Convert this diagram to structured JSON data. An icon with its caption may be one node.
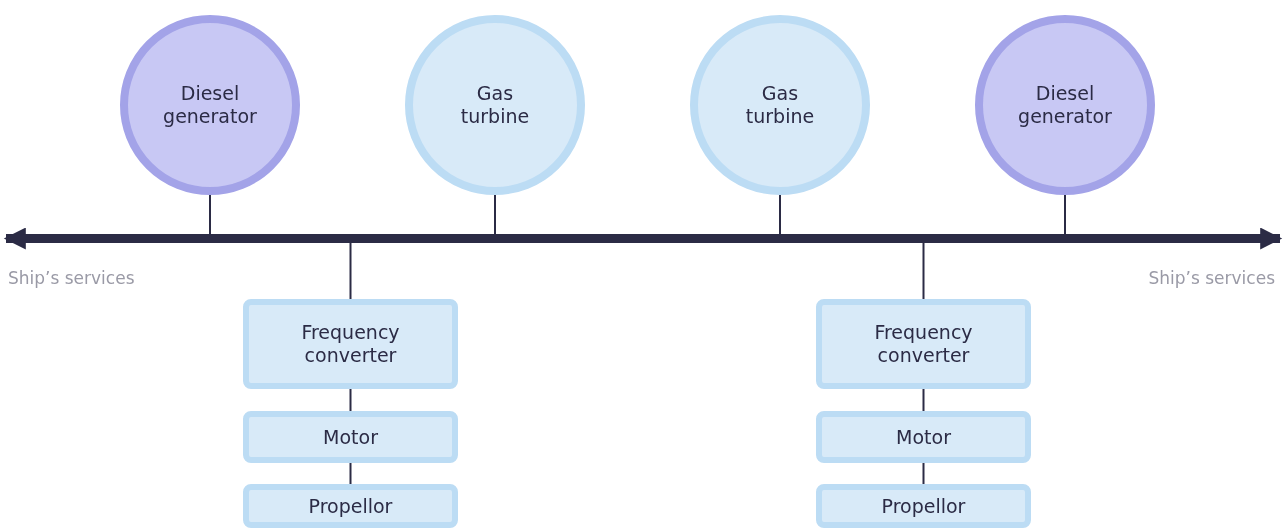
{
  "diagram": {
    "nodes": [
      {
        "text": [
          "Diesel generator"
        ]
      },
      {
        "text": [
          "Gas turbine"
        ]
      },
      {
        "text": [
          "Gas turbine"
        ]
      },
      {
        "text": [
          "Diesel generator"
        ]
      },
      {
        "text": [],
        "shape": "bar"
      },
      {
        "text": [
          "Frequency converter"
        ]
      },
      {
        "text": [
          "Motor"
        ]
      },
      {
        "text": [
          "Propellor"
        ]
      },
      {
        "text": [
          "Frequency converter"
        ]
      },
      {
        "text": [
          "Motor"
        ]
      },
      {
        "text": [
          "Propellor"
        ]
      }
    ],
    "edges": [
      {
        "from": 0,
        "to": 4,
        "arrow": "none"
      },
      {
        "from": 1,
        "to": 4,
        "arrow": "none"
      },
      {
        "from": 2,
        "to": 4,
        "arrow": "none"
      },
      {
        "from": 3,
        "to": 4,
        "arrow": "none"
      },
      {
        "from": 4,
        "to": 5,
        "arrow": "none"
      },
      {
        "from": 5,
        "to": 6,
        "arrow": "none"
      },
      {
        "from": 6,
        "to": 7,
        "arrow": "none"
      },
      {
        "from": 4,
        "to": 8,
        "arrow": "none"
      },
      {
        "from": 8,
        "to": 9,
        "arrow": "none"
      },
      {
        "from": 9,
        "to": 10,
        "arrow": "none"
      },
      {
        "from": 4,
        "to": null,
        "arrow": "to",
        "style": "thick"
      },
      {
        "from": 4,
        "to": null,
        "arrow": "to",
        "style": "thick"
      }
    ],
    "labels": [
      "Ship’s services",
      "Ship’s services"
    ]
  }
}
